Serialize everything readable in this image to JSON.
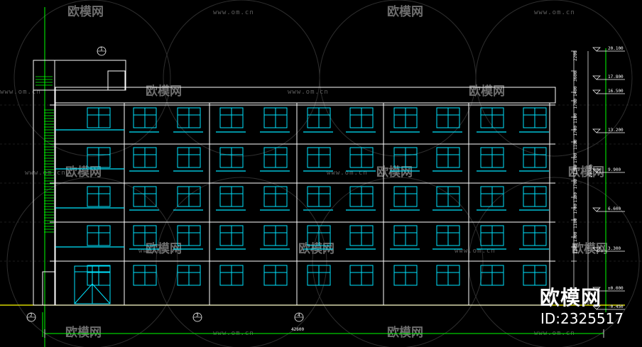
{
  "drawing": {
    "title": "",
    "watermark": {
      "site_name": "欧模网",
      "url": "www.om.cn"
    },
    "brand": {
      "name": "欧模网",
      "id_text": "ID:2325517"
    },
    "elevation_labels": [
      "20.100",
      "17.800",
      "16.500",
      "13.200",
      "9.900",
      "6.600",
      "3.300",
      "±0.000",
      "-0.450"
    ],
    "vertical_dims": [
      "2200",
      "3600",
      "1400",
      "1700",
      "1100",
      "1700",
      "1100",
      "1700",
      "1100",
      "1700",
      "1100",
      "1700",
      "1100",
      "1700",
      "1200"
    ],
    "overall_height_dim": "20700",
    "overall_width_dim": "42600",
    "section_marks": [
      "1",
      "2",
      "3",
      "4"
    ],
    "colors": {
      "background": "#000000",
      "lines": "#ffffff",
      "windows": "#00e5ff",
      "axis": "#00ff00",
      "ground": "#ffff00"
    }
  }
}
